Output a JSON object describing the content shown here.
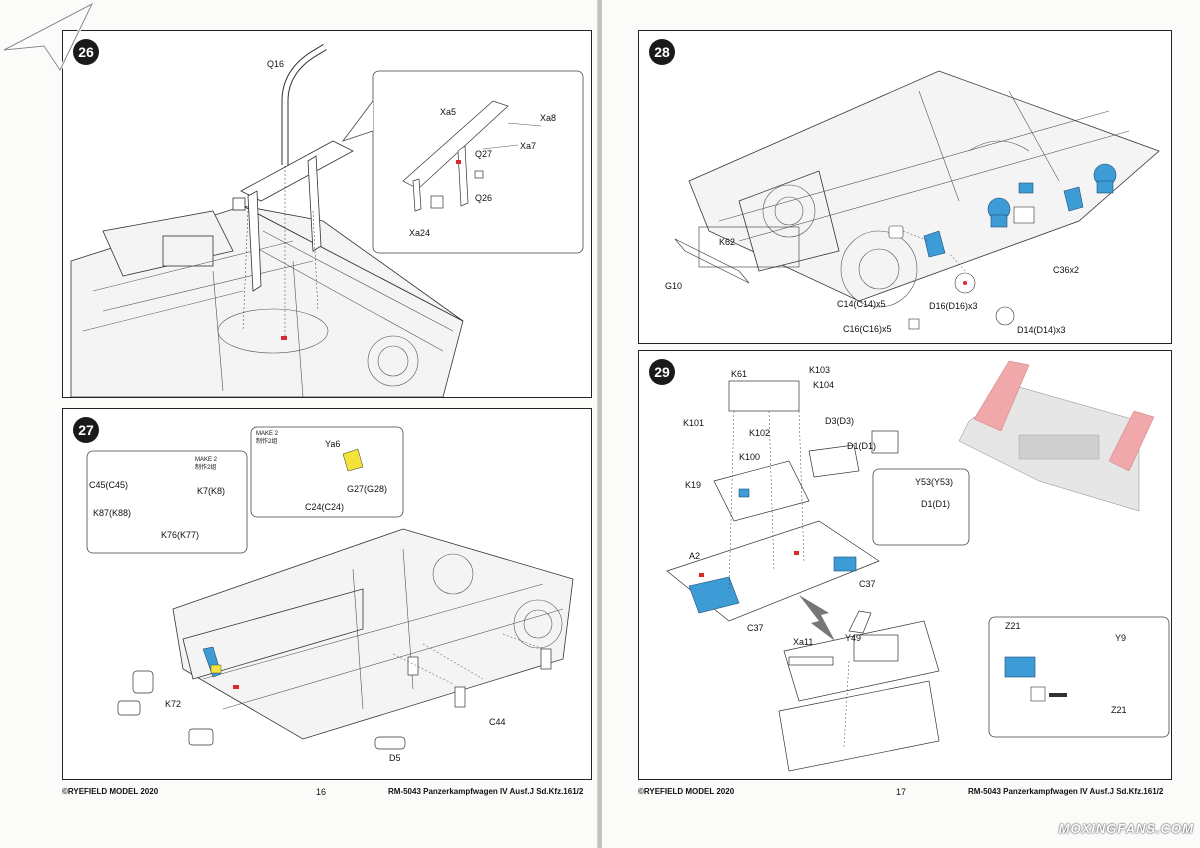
{
  "left_page": {
    "footer_brand": "©RYEFIELD MODEL 2020",
    "page_number": "16",
    "footer_product": "RM-5043 Panzerkampfwagen IV Ausf.J Sd.Kfz.161/2"
  },
  "right_page": {
    "footer_brand": "©RYEFIELD MODEL 2020",
    "page_number": "17",
    "footer_product": "RM-5043 Panzerkampfwagen IV Ausf.J Sd.Kfz.161/2"
  },
  "steps": {
    "s26": {
      "number": "26",
      "labels": {
        "q16": "Q16",
        "xa5": "Xa5",
        "xa8": "Xa8",
        "q27": "Q27",
        "xa7": "Xa7",
        "q26": "Q26",
        "xa24": "Xa24"
      }
    },
    "s27": {
      "number": "27",
      "labels": {
        "make2a": "MAKE 2",
        "make2a_cn": "制作2组",
        "make2b": "MAKE 2",
        "make2b_cn": "制作2组",
        "c45": "C45(C45)",
        "k7": "K7(K8)",
        "k87": "K87(K88)",
        "k76": "K76(K77)",
        "ya6": "Ya6",
        "g27": "G27(G28)",
        "c24": "C24(C24)",
        "k72": "K72",
        "c44": "C44",
        "d5": "D5"
      }
    },
    "s28": {
      "number": "28",
      "labels": {
        "k62": "K62",
        "g10": "G10",
        "c36": "C36x2",
        "c14": "C14(C14)x5",
        "d16": "D16(D16)x3",
        "c16": "C16(C16)x5",
        "d14": "D14(D14)x3"
      }
    },
    "s29": {
      "number": "29",
      "labels": {
        "k61": "K61",
        "k103": "K103",
        "k104": "K104",
        "k101": "K101",
        "k102": "K102",
        "d3": "D3(D3)",
        "d1a": "D1(D1)",
        "k100": "K100",
        "k19": "K19",
        "y53": "Y53(Y53)",
        "d1b": "D1(D1)",
        "a2": "A2",
        "c37a": "C37",
        "c37b": "C37",
        "xa11": "Xa11",
        "y49": "Y49",
        "z21a": "Z21",
        "y9": "Y9",
        "z21b": "Z21"
      }
    }
  },
  "watermark": "MOXINGFANS.COM",
  "colors": {
    "highlight_blue": "#3d9bd6",
    "highlight_yellow": "#f2e23a",
    "highlight_red": "#d9282f",
    "photo_pink": "#f0a8ab"
  }
}
